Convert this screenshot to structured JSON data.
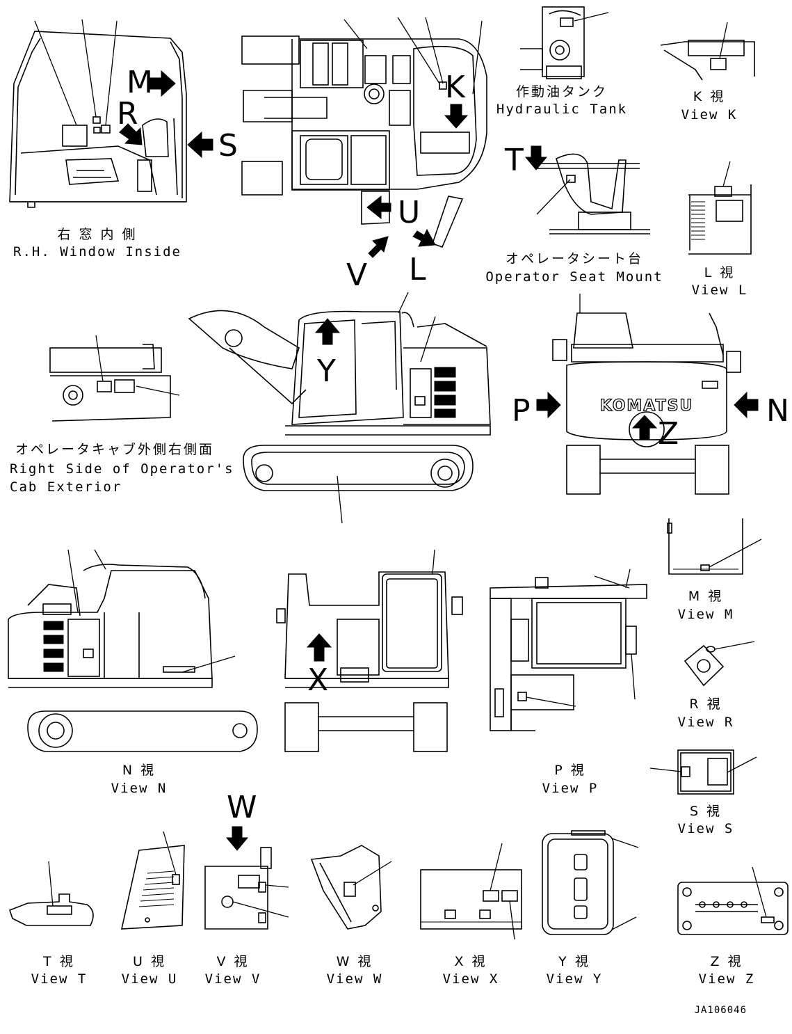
{
  "views": {
    "rh_window_inside": {
      "jp": "右 窓 内 側",
      "en": "R.H. Window Inside"
    },
    "hydraulic_tank": {
      "jp": "作動油タンク",
      "en": "Hydraulic Tank"
    },
    "view_k": {
      "jp": "K 視",
      "en": "View K"
    },
    "view_l": {
      "jp": "L 視",
      "en": "View L"
    },
    "operator_seat_mount": {
      "jp": "オペレータシート台",
      "en": "Operator Seat Mount"
    },
    "right_side_cab": {
      "jp": "オペレータキャブ外側右側面",
      "en1": "Right Side of Operator's",
      "en2": "Cab Exterior"
    },
    "view_m": {
      "jp": "M 視",
      "en": "View M"
    },
    "view_r": {
      "jp": "R 視",
      "en": "View R"
    },
    "view_s": {
      "jp": "S 視",
      "en": "View S"
    },
    "view_n": {
      "jp": "N 視",
      "en": "View N"
    },
    "view_p": {
      "jp": "P 視",
      "en": "View P"
    },
    "view_t": {
      "jp": "T 視",
      "en": "View T"
    },
    "view_u": {
      "jp": "U 視",
      "en": "View U"
    },
    "view_v": {
      "jp": "V 視",
      "en": "View V"
    },
    "view_w": {
      "jp": "W 視",
      "en": "View W"
    },
    "view_x": {
      "jp": "X 視",
      "en": "View X"
    },
    "view_y": {
      "jp": "Y 視",
      "en": "View Y"
    },
    "view_z": {
      "jp": "Z 視",
      "en": "View Z"
    }
  },
  "arrows": {
    "m": "M",
    "r": "R",
    "s": "S",
    "k": "K",
    "u": "U",
    "v": "V",
    "l": "L",
    "t": "T",
    "y": "Y",
    "p": "P",
    "n": "N",
    "z": "Z",
    "x": "X",
    "w": "W"
  },
  "brand": "KOMATSU",
  "drawing_number": "JA106046"
}
